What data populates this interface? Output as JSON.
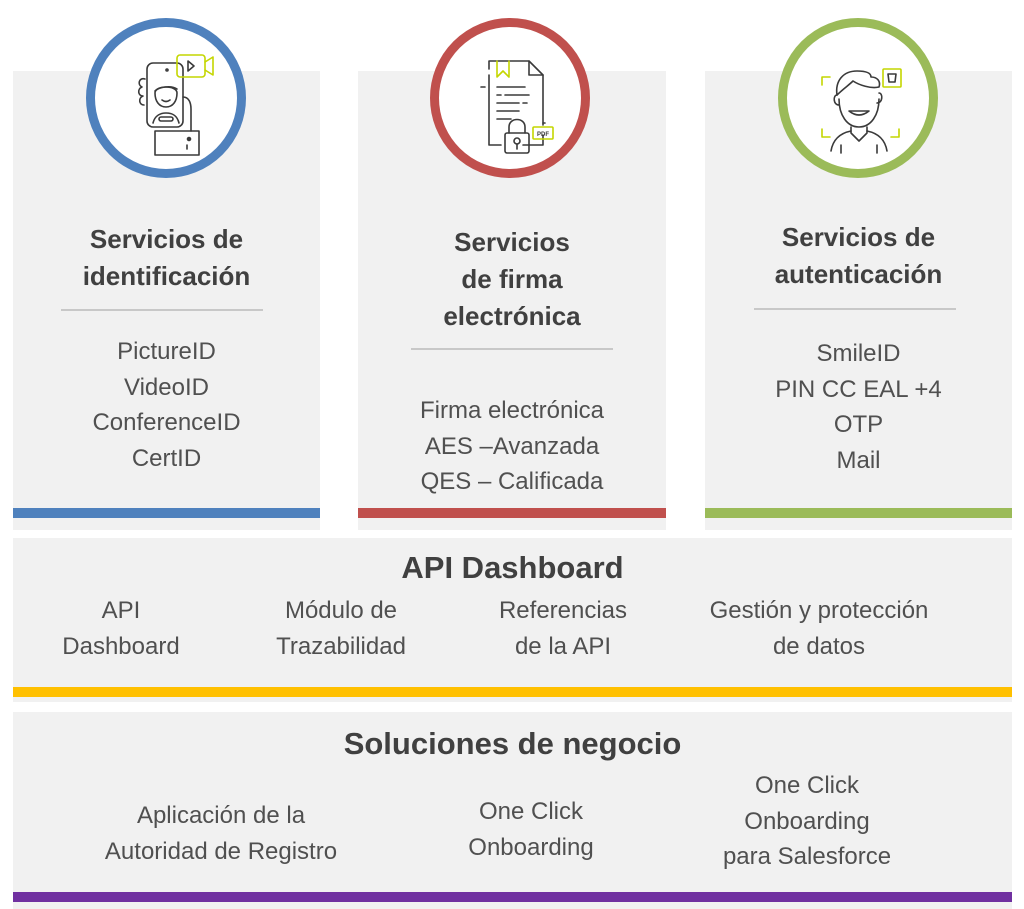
{
  "services": [
    {
      "title_lines": [
        "Servicios de",
        "identificación"
      ],
      "items": [
        "PictureID",
        "VideoID",
        "ConferenceID",
        "CertID"
      ],
      "accent": "#4f81bd",
      "icon": "video-id-phone-icon"
    },
    {
      "title_lines": [
        "Servicios",
        "de firma",
        "electrónica"
      ],
      "items": [
        "Firma electrónica",
        "AES –Avanzada",
        "QES – Calificada"
      ],
      "accent": "#c0504d",
      "icon": "signed-document-lock-icon",
      "icon_badge": "PDF"
    },
    {
      "title_lines": [
        "Servicios de",
        "autenticación"
      ],
      "items": [
        "SmileID",
        "PIN CC EAL +4",
        "OTP",
        "Mail"
      ],
      "accent": "#9bbb59",
      "icon": "face-recognition-icon"
    }
  ],
  "api_dashboard": {
    "title": "API Dashboard",
    "accent": "#ffc000",
    "items": [
      [
        "API",
        "Dashboard"
      ],
      [
        "Módulo de",
        "Trazabilidad"
      ],
      [
        "Referencias",
        "de la API"
      ],
      [
        "Gestión y protección",
        "de datos"
      ]
    ]
  },
  "business_solutions": {
    "title": "Soluciones de negocio",
    "accent": "#7030a0",
    "items": [
      [
        "Aplicación de la",
        "Autoridad de Registro"
      ],
      [
        "One Click",
        "Onboarding"
      ],
      [
        "One Click",
        "Onboarding",
        "para Salesforce"
      ]
    ]
  },
  "icon_highlight": "#c4d600"
}
